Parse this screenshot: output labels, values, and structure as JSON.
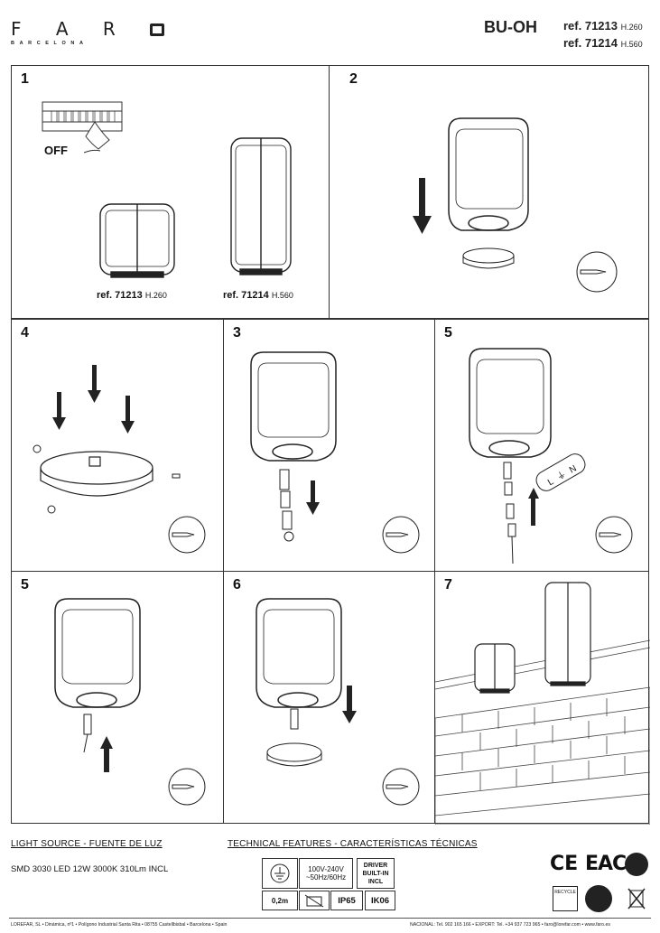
{
  "brand": {
    "name": "FARO",
    "city": "BARCELONA"
  },
  "header": {
    "model": "BU-OH",
    "refs": [
      {
        "ref": "ref. 71213",
        "height": "H.260"
      },
      {
        "ref": "ref. 71214",
        "height": "H.560"
      }
    ]
  },
  "steps": {
    "s1": {
      "number": "1",
      "off_label": "OFF",
      "caption_a_ref": "ref. 71213",
      "caption_a_h": "H.260",
      "caption_b_ref": "ref. 71214",
      "caption_b_h": "H.560"
    },
    "s2": {
      "number": "2"
    },
    "s4": {
      "number": "4"
    },
    "s3": {
      "number": "3"
    },
    "s5a": {
      "number": "5",
      "wiring": [
        "L",
        "⏚",
        "N"
      ]
    },
    "s5b": {
      "number": "5"
    },
    "s6": {
      "number": "6"
    },
    "s7": {
      "number": "7"
    }
  },
  "footer": {
    "light_source_title": "LIGHT SOURCE - FUENTE DE LUZ",
    "light_source": "SMD 3030 LED 12W 3000K 310Lm INCL",
    "tech_title": "TECHNICAL FEATURES - CARACTERÍSTICAS TÉCNICAS",
    "voltage": "100V-240V",
    "frequency": "~50Hz/60Hz",
    "driver_1": "DRIVER",
    "driver_2": "BUILT-IN",
    "driver_3": "INCL",
    "distance": "0,2m",
    "ip": "IP65",
    "ik": "IK06",
    "cert_ce": "CE",
    "cert_eac": "EAC",
    "recycle": "RECYCLE",
    "company": "LOREFAR, SL • Dinámica, nº1 • Polígono Industrial Santa Rita • 08755 Castellbisbal • Barcelona • Spain",
    "contact": "NACIONAL: Tel. 902 165 166 • EXPORT: Tel. +34 937 723 965 • faro@lorefar.com • www.faro.es"
  }
}
